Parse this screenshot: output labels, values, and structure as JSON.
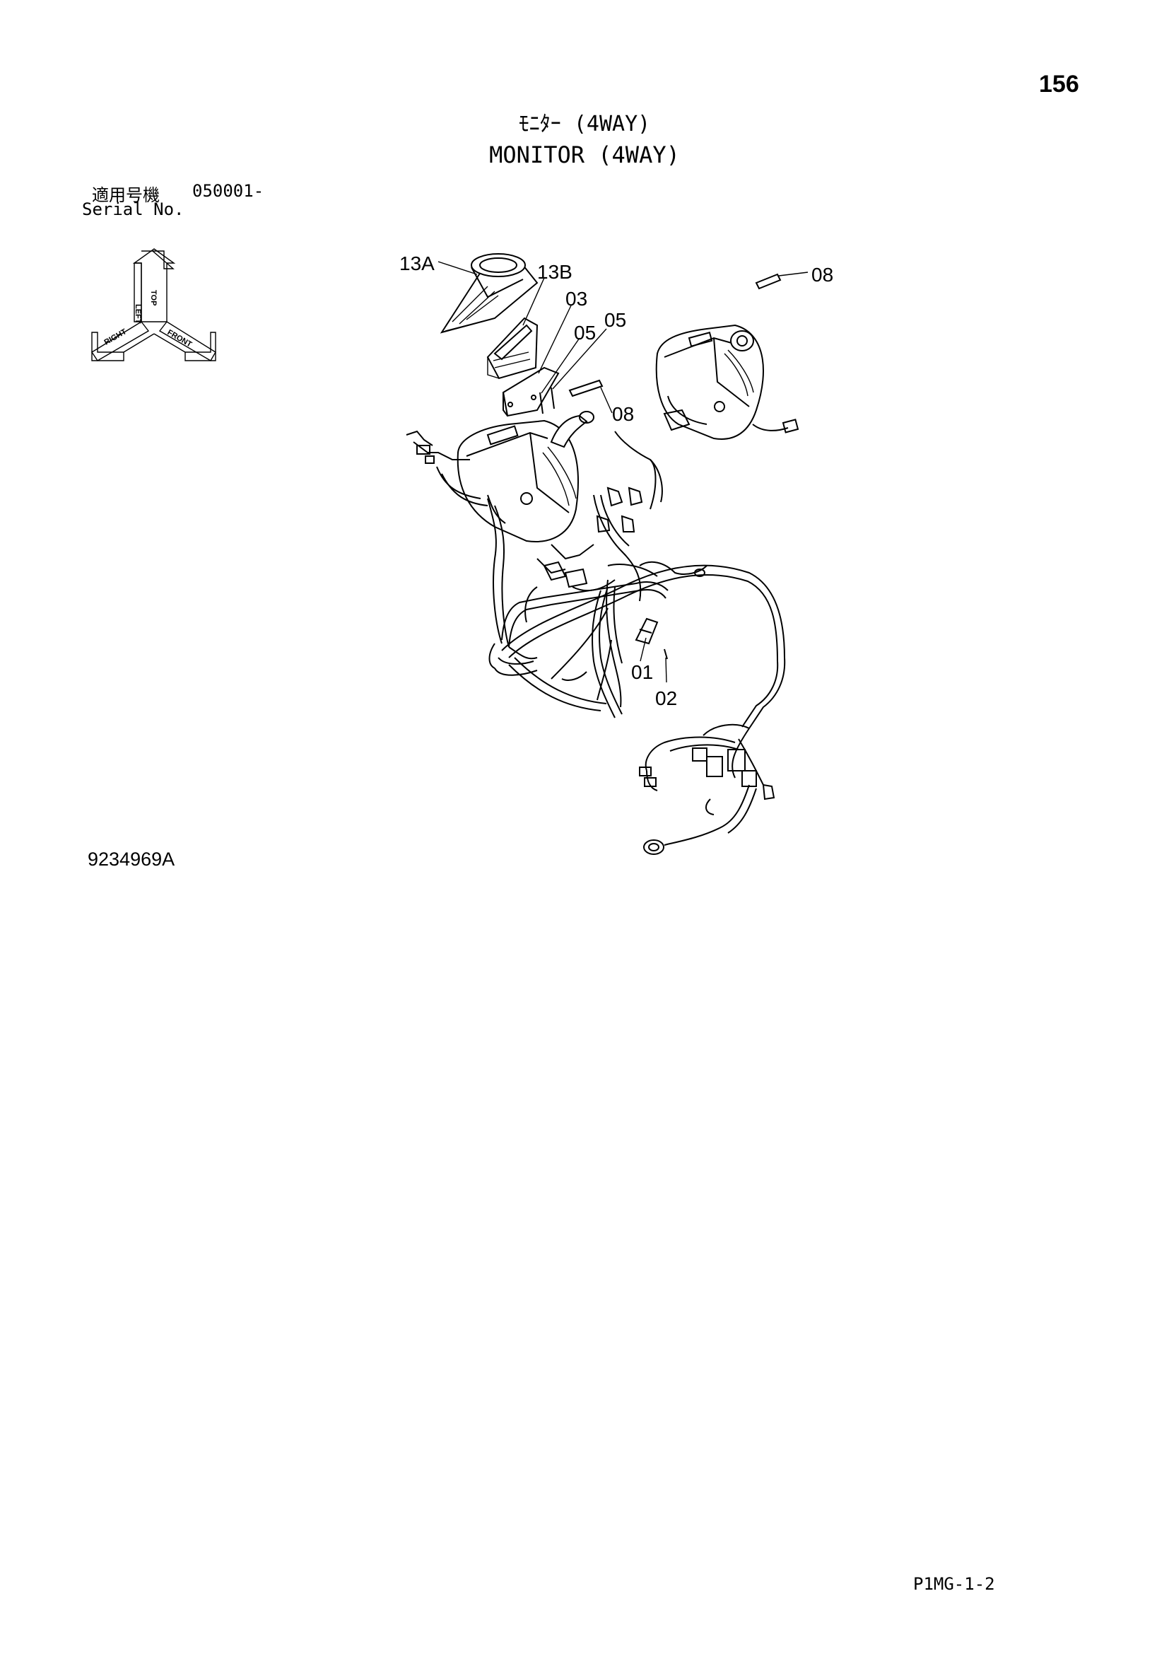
{
  "page_number": "156",
  "title_jp": "ﾓﾆﾀｰ (4WAY)",
  "title_en": "MONITOR (4WAY)",
  "serial": {
    "label_jp": "適用号機",
    "value": "050001-",
    "label_en": "Serial No."
  },
  "orientation_labels": {
    "top": "TOP",
    "left": "LEFT",
    "right": "RIGHT",
    "front": "FRONT"
  },
  "callouts": {
    "c13a": "13A",
    "c13b": "13B",
    "c03": "03",
    "c05a": "05",
    "c05b": "05",
    "c08a": "08",
    "c08b": "08",
    "c01": "01",
    "c02": "02"
  },
  "drawing_number": "9234969A",
  "document_code": "P1MG-1-2"
}
